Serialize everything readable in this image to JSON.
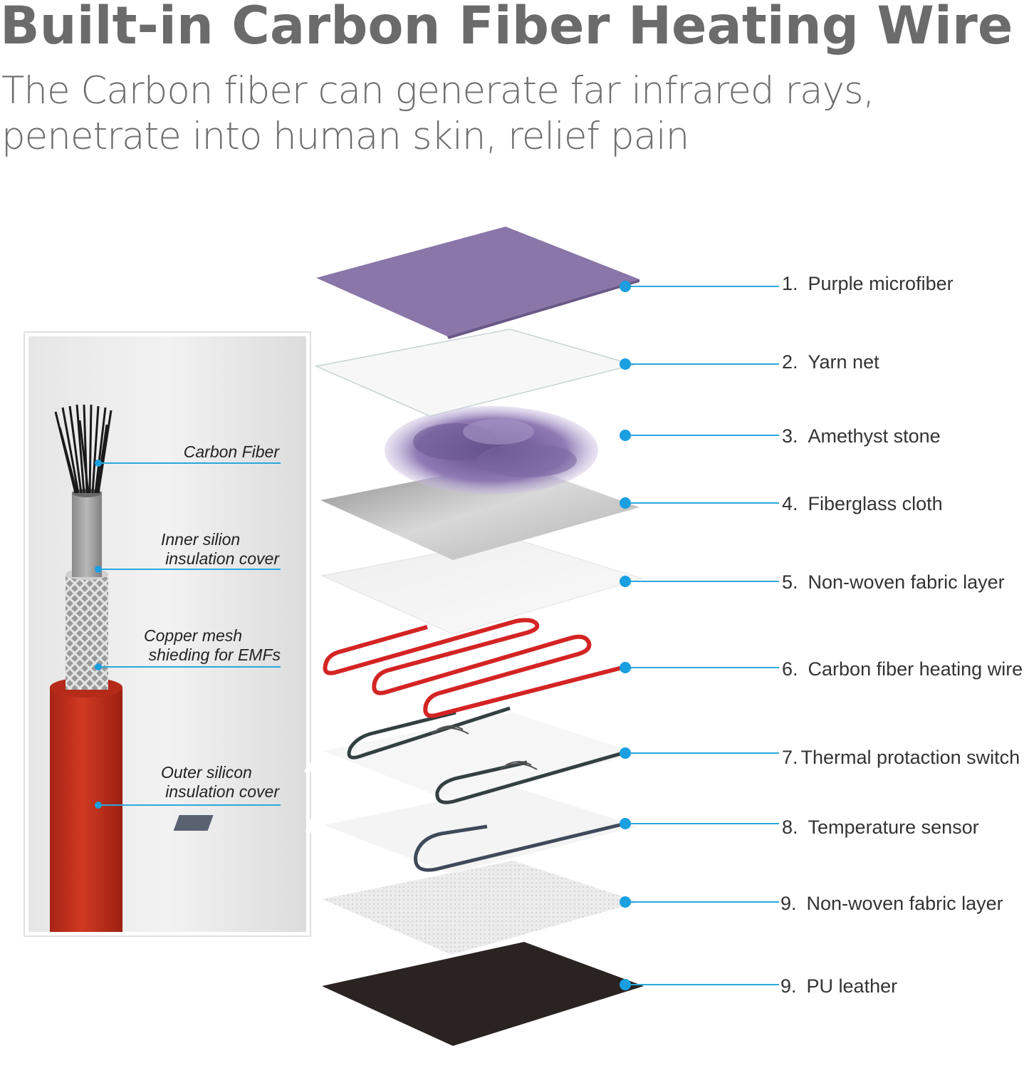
{
  "title": "Built-in Carbon Fiber Heating Wire",
  "subtitle": "The Carbon fiber can generate far infrared rays, penetrate into human skin, relief pain",
  "layers": [
    {
      "number": "1.",
      "label": "Purple microfiber"
    },
    {
      "number": "2.",
      "label": "Yarn net"
    },
    {
      "number": "3.",
      "label": "Amethyst stone"
    },
    {
      "number": "4.",
      "label": "Fiberglass cloth"
    },
    {
      "number": "5.",
      "label": "Non-woven fabric layer"
    },
    {
      "number": "6.",
      "label": "Carbon fiber heating wire"
    },
    {
      "number": "7.",
      "label": "Thermal protaction switch"
    },
    {
      "number": "8.",
      "label": "Temperature sensor"
    },
    {
      "number": "9.",
      "label": "Non-woven fabric layer"
    },
    {
      "number": "9.",
      "label": "PU leather"
    }
  ],
  "cable_parts": [
    {
      "line1": "Carbon Fiber",
      "line2": ""
    },
    {
      "line1": "Inner silion",
      "line2": "insulation cover"
    },
    {
      "line1": "Copper mesh",
      "line2": "shieding for EMFs"
    },
    {
      "line1": "Outer silicon",
      "line2": "insulation cover"
    }
  ],
  "colors": {
    "leader_line": "#2aa8dc",
    "dot": "#1a9fe0",
    "purple_microfiber": "#8a76a8",
    "heating_wire": "#d42424",
    "pu_leather": "#2a2322",
    "outer_insulation": "#c8321e"
  }
}
